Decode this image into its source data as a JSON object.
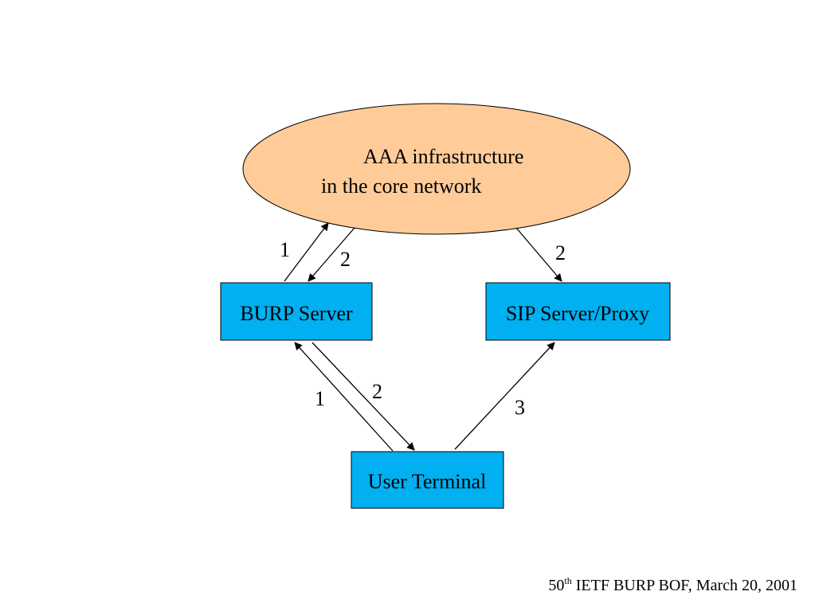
{
  "colors": {
    "cloud_fill": "#FFCC99",
    "box_fill": "#00B0F0",
    "stroke": "#000000",
    "background": "#FFFFFF"
  },
  "nodes": {
    "aaa": {
      "line1": "AAA infrastructure",
      "line2": "in the core network"
    },
    "burp_server": {
      "label": "BURP Server"
    },
    "sip_server": {
      "label": "SIP Server/Proxy"
    },
    "user_terminal": {
      "label": "User Terminal"
    }
  },
  "edges": {
    "burp_to_aaa": {
      "label": "1"
    },
    "aaa_to_burp": {
      "label": "2"
    },
    "aaa_to_sip": {
      "label": "2"
    },
    "terminal_to_burp": {
      "label": "1"
    },
    "burp_to_terminal": {
      "label": "2"
    },
    "terminal_to_sip": {
      "label": "3"
    }
  },
  "footer": {
    "number": "50",
    "suffix": "th",
    "rest": " IETF BURP BOF, March 20, 2001"
  }
}
